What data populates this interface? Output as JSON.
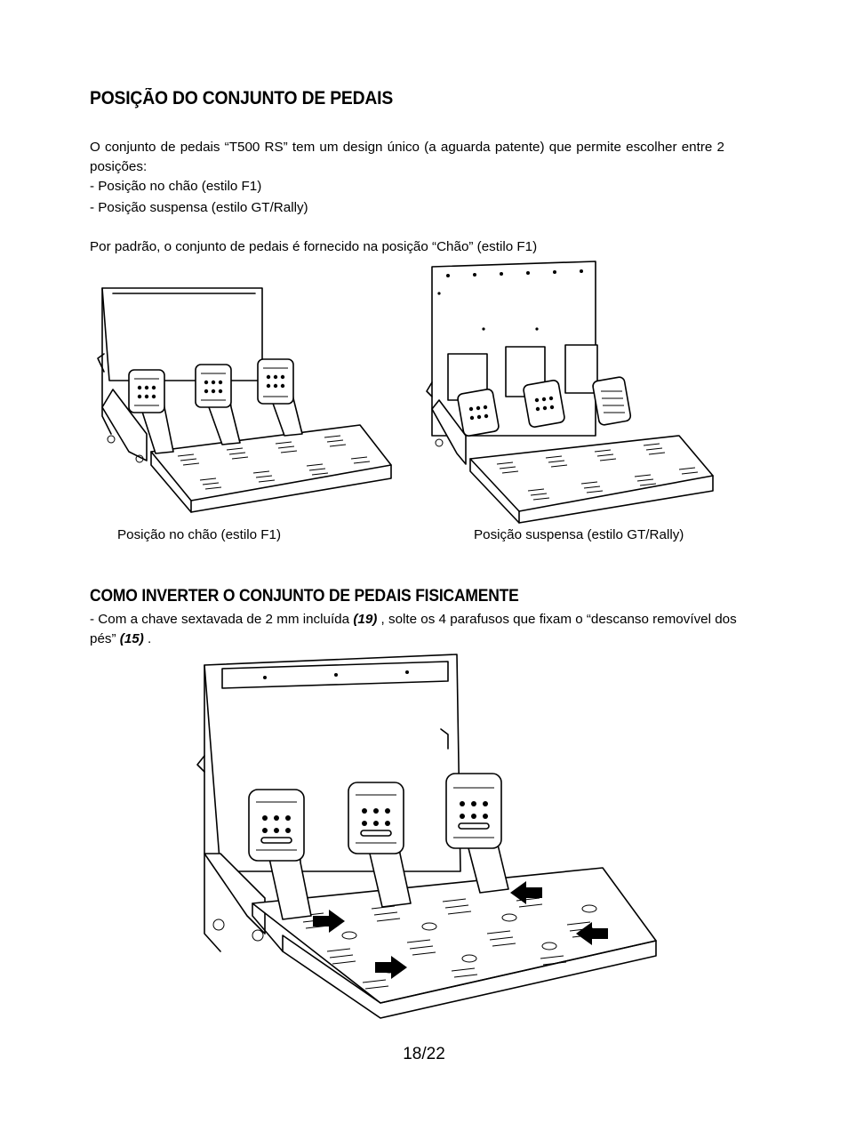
{
  "section1": {
    "title": "POSIÇÃO DO CONJUNTO DE PEDAIS",
    "intro": "O conjunto de pedais “T500 RS” tem um design único (a aguarda patente) que permite escolher entre 2 posições:",
    "options": [
      "- Posição no chão (estilo F1)",
      "- Posição suspensa (estilo GT/Rally)"
    ],
    "default_note": "Por padrão, o conjunto de pedais é fornecido na posição “Chão” (estilo F1)",
    "figures": [
      {
        "caption": "Posição no chão (estilo F1)",
        "icon": "pedal-set-floor-illustration"
      },
      {
        "caption": "Posição suspensa (estilo GT/Rally)",
        "icon": "pedal-set-suspended-illustration"
      }
    ]
  },
  "section2": {
    "title": "COMO INVERTER O CONJUNTO DE PEDAIS FISICAMENTE",
    "step_before_ref1": "- Com a chave sextavada de 2 mm incluída ",
    "ref1": "(19)",
    "step_between": " , solte os 4 parafusos que fixam o “descanso removível dos pés” ",
    "ref2": "(15)",
    "step_after": " .",
    "figure_icon": "pedal-set-screw-arrows-illustration"
  },
  "footer": {
    "page_number": "18/22"
  }
}
